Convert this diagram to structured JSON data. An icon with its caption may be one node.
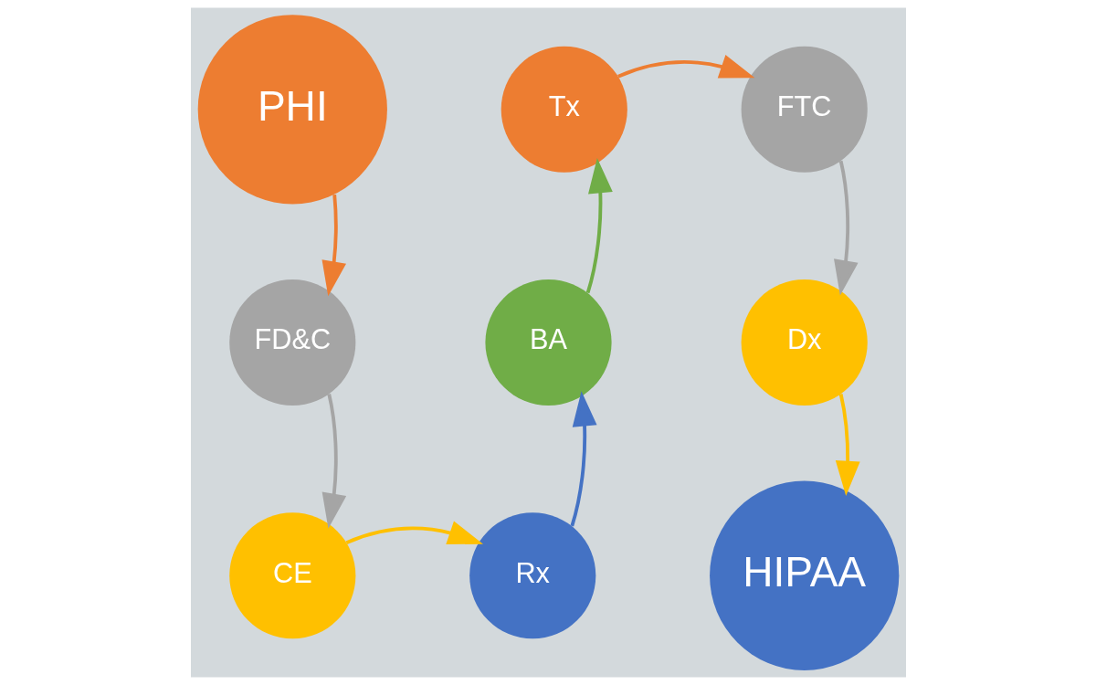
{
  "diagram": {
    "nodes": [
      {
        "text": [
          "PHI"
        ]
      },
      {
        "text": [
          "Tx"
        ]
      },
      {
        "text": [
          "FTC"
        ]
      },
      {
        "text": [
          "FD&C"
        ]
      },
      {
        "text": [
          "BA"
        ]
      },
      {
        "text": [
          "Dx"
        ]
      },
      {
        "text": [
          "CE"
        ]
      },
      {
        "text": [
          "Rx"
        ]
      },
      {
        "text": [
          "HIPAA"
        ]
      }
    ],
    "edges": [
      {
        "from": 0,
        "to": 3,
        "arrow": "to",
        "color": "#ed7d31"
      },
      {
        "from": 3,
        "to": 6,
        "arrow": "to",
        "color": "#a5a5a5"
      },
      {
        "from": 6,
        "to": 7,
        "arrow": "to",
        "color": "#ffc000"
      },
      {
        "from": 7,
        "to": 4,
        "arrow": "to",
        "color": "#4472c4"
      },
      {
        "from": 4,
        "to": 1,
        "arrow": "to",
        "color": "#70ad47"
      },
      {
        "from": 1,
        "to": 2,
        "arrow": "to",
        "color": "#ed7d31"
      },
      {
        "from": 2,
        "to": 5,
        "arrow": "to",
        "color": "#a5a5a5"
      },
      {
        "from": 5,
        "to": 8,
        "arrow": "to",
        "color": "#ffc000"
      }
    ]
  }
}
